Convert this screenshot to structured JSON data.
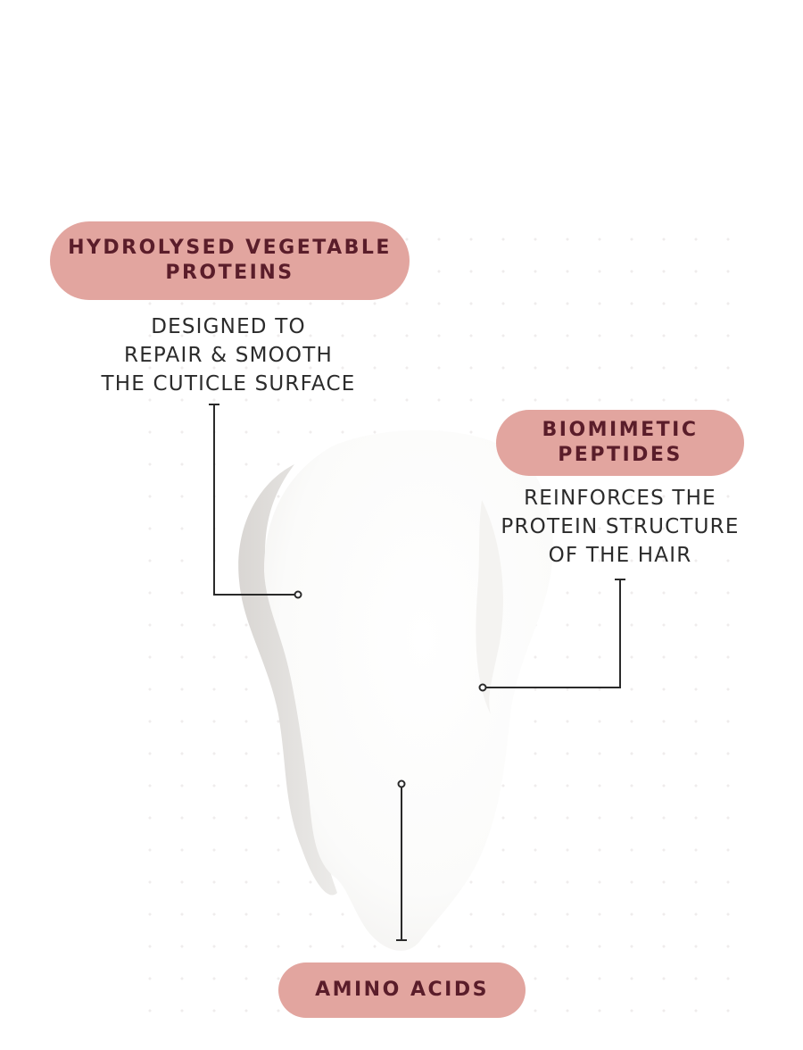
{
  "callouts": {
    "hydrolysed": {
      "title_line1": "HYDROLYSED VEGETABLE",
      "title_line2": "PROTEINS",
      "desc_line1": "DESIGNED TO",
      "desc_line2": "REPAIR & SMOOTH",
      "desc_line3": "THE CUTICLE SURFACE"
    },
    "biomimetic": {
      "title_line1": "BIOMIMETIC",
      "title_line2": "PEPTIDES",
      "desc_line1": "REINFORCES THE",
      "desc_line2": "PROTEIN STRUCTURE",
      "desc_line3": "OF THE HAIR"
    },
    "amino": {
      "title": "AMINO ACIDS"
    }
  },
  "colors": {
    "pill_background": "#e2a59f",
    "pill_text": "#5a1d2a",
    "body_text": "#2b2b2b",
    "leader_line": "#2a2a2a"
  }
}
